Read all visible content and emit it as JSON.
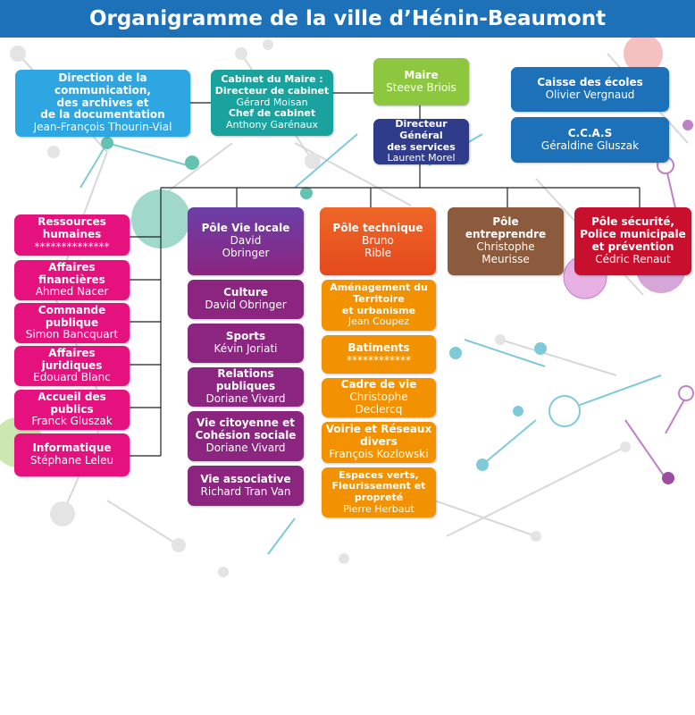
{
  "title": "Organigramme de la ville d’Hénin-Beaumont",
  "top": {
    "communication": {
      "title_lines": [
        "Direction de la communication,",
        "des archives et",
        "de la documentation"
      ],
      "name": "Jean-François Thourin-Vial"
    },
    "cabinet": {
      "title": "Cabinet du Maire :",
      "sub1": "Directeur de cabinet",
      "name1": "Gérard Moisan",
      "sub2": "Chef de cabinet",
      "name2": "Anthony Garénaux"
    },
    "maire": {
      "title": "Maire",
      "name": "Steeve Briois"
    },
    "dgs": {
      "title_lines": [
        "Directeur Général",
        "des services"
      ],
      "name": "Laurent Morel"
    },
    "caisse": {
      "title": "Caisse des écoles",
      "name": "Olivier Vergnaud"
    },
    "ccas": {
      "title": "C.C.A.S",
      "name": "Géraldine Gluszak"
    }
  },
  "left_services": [
    {
      "title": "Ressources humaines",
      "name": "**************"
    },
    {
      "title": "Affaires financières",
      "name": "Ahmed Nacer"
    },
    {
      "title": "Commande publique",
      "name": "Simon Bancquart"
    },
    {
      "title": "Affaires juridiques",
      "name": "Edouard Blanc"
    },
    {
      "title": "Accueil des publics",
      "name": "Franck Gluszak"
    },
    {
      "title": "Informatique",
      "name": "Stéphane Leleu"
    }
  ],
  "poles": [
    {
      "title": "Pôle Vie locale",
      "name_lines": [
        "David",
        "Obringer"
      ]
    },
    {
      "title": "Pôle technique",
      "name_lines": [
        "Bruno",
        "Rible"
      ]
    },
    {
      "title": "Pôle entreprendre",
      "name_lines": [
        "Christophe",
        "Meurisse"
      ]
    },
    {
      "title_lines": [
        "Pôle sécurité,",
        "Police municipale",
        "et prévention"
      ],
      "name": "Cédric Renaut"
    }
  ],
  "vie_locale": [
    {
      "title_lines": [
        "Culture"
      ],
      "name": "David Obringer"
    },
    {
      "title_lines": [
        "Sports"
      ],
      "name": "Kévin Joriati"
    },
    {
      "title_lines": [
        "Relations publiques"
      ],
      "name": "Doriane Vivard"
    },
    {
      "title_lines": [
        "Vie citoyenne et",
        "Cohésion sociale"
      ],
      "name": "Doriane Vivard"
    },
    {
      "title_lines": [
        "Vie associative"
      ],
      "name": "Richard Tran Van"
    }
  ],
  "technique": [
    {
      "title_lines": [
        "Aménagement du",
        "Territoire",
        "et urbanisme"
      ],
      "name": "Jean Coupez"
    },
    {
      "title_lines": [
        "Batiments"
      ],
      "name": "************"
    },
    {
      "title_lines": [
        "Cadre de vie"
      ],
      "name": "Christophe Declercq"
    },
    {
      "title_lines": [
        "Voirie et Réseaux",
        "divers"
      ],
      "name": "François Kozlowski"
    },
    {
      "title_lines": [
        "Espaces verts,",
        "Fleurissement et",
        "propreté"
      ],
      "name": "Pierre Herbaut"
    }
  ]
}
